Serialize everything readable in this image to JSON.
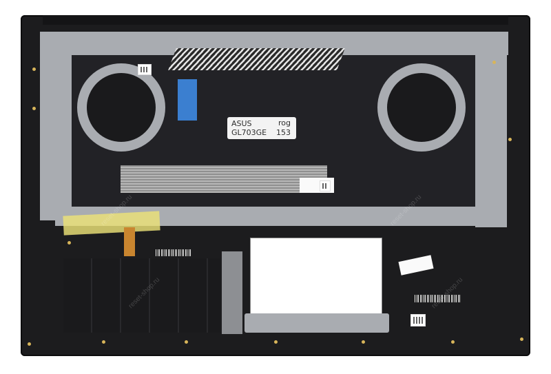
{
  "image": {
    "subject": "Laptop top case (palmrest) with keyboard, rear view",
    "handwritten_label": {
      "line1_left": "ASUS",
      "line2_left": "GL703GE",
      "line1_right": "rog",
      "line2_right": "153"
    },
    "watermark": "reset-shop.ru",
    "colors": {
      "case": "#1c1c1e",
      "metal_plate": "#a9acb1",
      "tape": "#ece278",
      "flex_cable": "#c9852f",
      "blue_cable": "#3b7fd0",
      "screw": "#d8b55a"
    }
  }
}
